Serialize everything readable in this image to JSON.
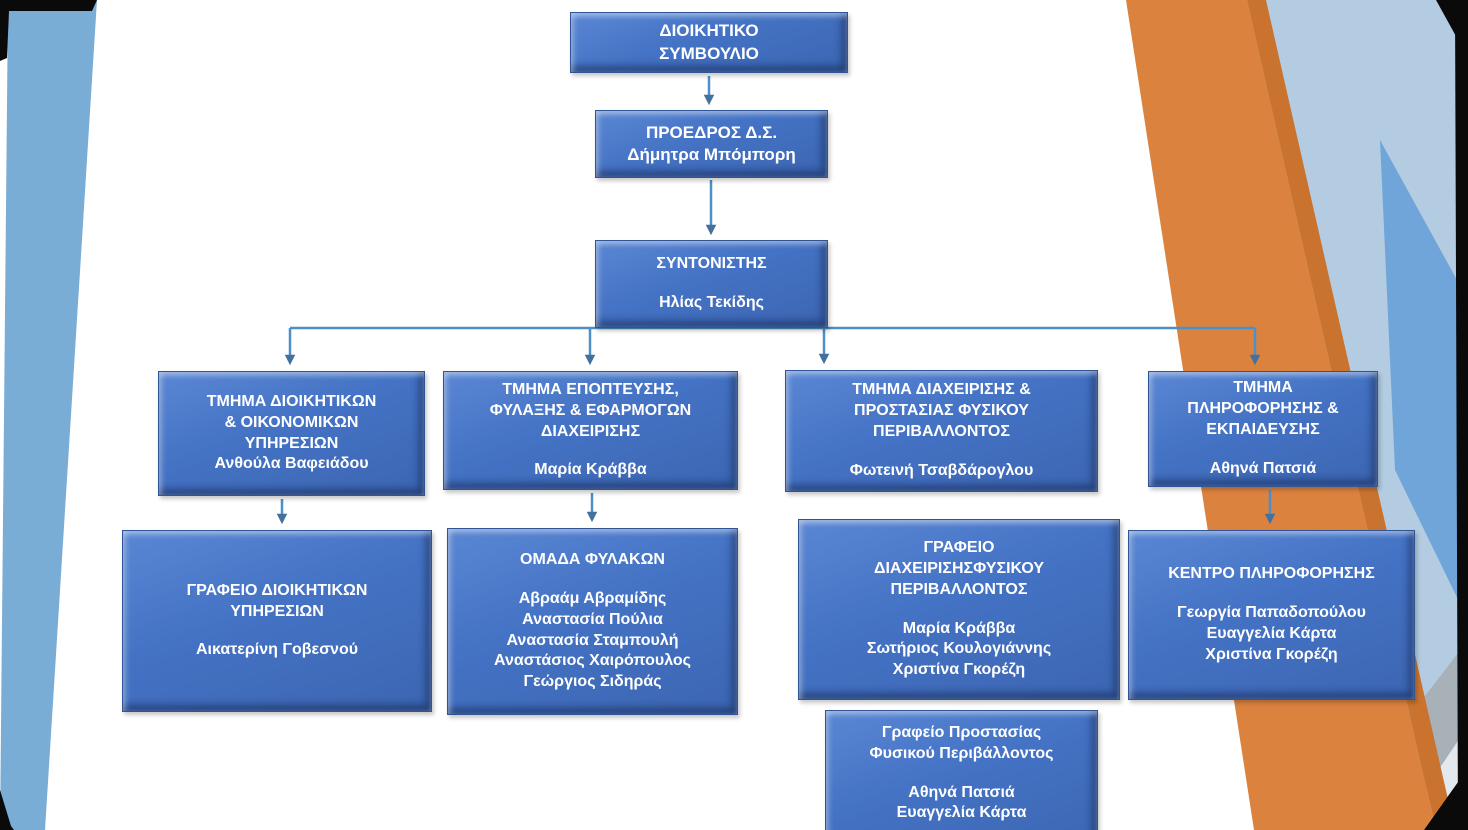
{
  "slide": {
    "colors": {
      "node_fill": "#4472C4",
      "node_border": "#2F5597",
      "node_text": "#FFFFFF",
      "connector_line": "#4E8FC7",
      "arrowhead": "#41719C",
      "left_band_blue": "#7AADD6",
      "orange_ribbon": "#DC823F",
      "orange_ribbon_edge": "#C9732F",
      "right_light_blue": "#B3CCE2",
      "right_mid_blue": "#6FA5D8",
      "gray_wedge": "#A8B0B8",
      "pale_wedge": "#E4E9ED",
      "edge_black": "#0A0A0A",
      "slide_background": "#FFFFFF"
    }
  },
  "nodes": {
    "board": {
      "title": [
        "ΔΙΟΙΚΗΤΙΚΟ",
        "ΣΥΜΒΟΥΛΙΟ"
      ]
    },
    "president": {
      "title": [
        "ΠΡΟΕΔΡΟΣ Δ.Σ."
      ],
      "names": [
        "Δήμητρα Μπόμπορη"
      ]
    },
    "coordinator": {
      "title": [
        "ΣΥΝΤΟΝΙΣΤΗΣ"
      ],
      "names": [
        "Ηλίας Τεκίδης"
      ]
    },
    "dept_admin": {
      "title": [
        "ΤΜΗΜΑ ΔΙΟΙΚΗΤΙΚΩΝ",
        "& ΟΙΚΟΝΟΜΙΚΩΝ",
        "ΥΠΗΡΕΣΙΩΝ"
      ],
      "names": [
        "Ανθούλα Βαφειάδου"
      ]
    },
    "dept_supervision": {
      "title": [
        "ΤΜΗΜΑ ΕΠΟΠΤΕΥΣΗΣ,",
        "ΦΥΛΑΞΗΣ & ΕΦΑΡΜΟΓΩΝ",
        "ΔΙΑΧΕΙΡΙΣΗΣ"
      ],
      "names": [
        "Μαρία Κράββα"
      ]
    },
    "dept_environment": {
      "title": [
        "ΤΜΗΜΑ ΔΙΑΧΕΙΡΙΣΗΣ &",
        "ΠΡΟΣΤΑΣΙΑΣ ΦΥΣΙΚΟΥ",
        "ΠΕΡΙΒΑΛΛΟΝΤΟΣ"
      ],
      "names": [
        "Φωτεινή Τσαβδάρογλου"
      ]
    },
    "dept_information": {
      "title": [
        "ΤΜΗΜΑ",
        "ΠΛΗΡΟΦΟΡΗΣΗΣ &",
        "ΕΚΠΑΙΔΕΥΣΗΣ"
      ],
      "names": [
        "Αθηνά Πατσιά"
      ]
    },
    "office_admin": {
      "title": [
        "ΓΡΑΦΕΙΟ ΔΙΟΙΚΗΤΙΚΩΝ",
        "ΥΠΗΡΕΣΙΩΝ"
      ],
      "names": [
        "Αικατερίνη Γοβεσνού"
      ]
    },
    "guards_team": {
      "title": [
        "ΟΜΑΔΑ ΦΥΛΑΚΩΝ"
      ],
      "names": [
        "Αβραάμ Αβραμίδης",
        "Αναστασία Πούλια",
        "Αναστασία Σταμπουλή",
        "Αναστάσιος Χαιρόπουλος",
        "Γεώργιος Σιδηράς"
      ]
    },
    "office_environment": {
      "title": [
        "ΓΡΑΦΕΙΟ",
        "ΔΙΑΧΕΙΡΙΣΗΣΦΥΣΙΚΟΥ",
        "ΠΕΡΙΒΑΛΛΟΝΤΟΣ"
      ],
      "names": [
        "Μαρία Κράββα",
        "Σωτήριος Κουλογιάννης",
        "Χριστίνα Γκορέζη"
      ]
    },
    "office_protection": {
      "title": [
        "Γραφείο Προστασίας",
        "Φυσικού Περιβάλλοντος"
      ],
      "names": [
        "Αθηνά Πατσιά",
        "Ευαγγελία Κάρτα"
      ]
    },
    "info_center": {
      "title": [
        "ΚΕΝΤΡΟ ΠΛΗΡΟΦΟΡΗΣΗΣ"
      ],
      "names": [
        "Γεωργία Παπαδοπούλου",
        "Ευαγγελία Κάρτα",
        "Χριστίνα Γκορέζη"
      ]
    }
  }
}
